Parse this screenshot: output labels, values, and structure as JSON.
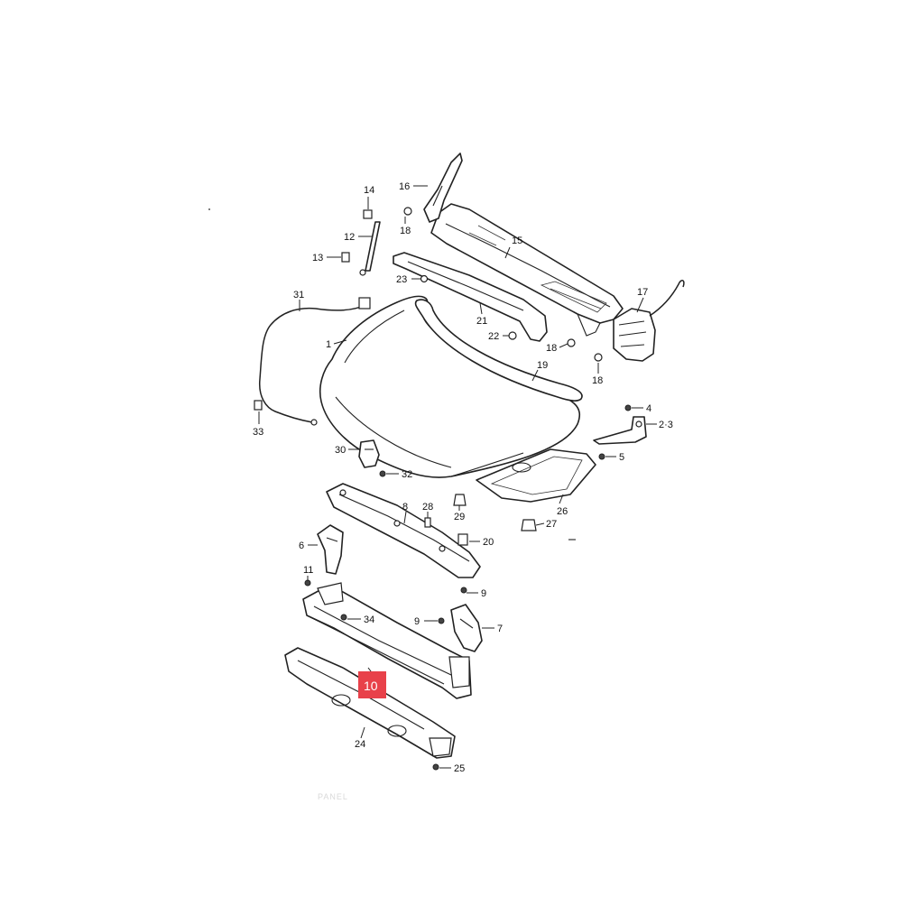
{
  "diagram": {
    "callouts": [
      {
        "id": "c1",
        "label": "1"
      },
      {
        "id": "c2",
        "label": "2·3"
      },
      {
        "id": "c4",
        "label": "4"
      },
      {
        "id": "c5",
        "label": "5"
      },
      {
        "id": "c6",
        "label": "6"
      },
      {
        "id": "c7",
        "label": "7"
      },
      {
        "id": "c8",
        "label": "8"
      },
      {
        "id": "c9a",
        "label": "9"
      },
      {
        "id": "c9b",
        "label": "9"
      },
      {
        "id": "c10",
        "label": "10"
      },
      {
        "id": "c11",
        "label": "11"
      },
      {
        "id": "c12",
        "label": "12"
      },
      {
        "id": "c13",
        "label": "13"
      },
      {
        "id": "c14",
        "label": "14"
      },
      {
        "id": "c15",
        "label": "15"
      },
      {
        "id": "c16",
        "label": "16"
      },
      {
        "id": "c17",
        "label": "17"
      },
      {
        "id": "c18a",
        "label": "18"
      },
      {
        "id": "c18b",
        "label": "18"
      },
      {
        "id": "c18c",
        "label": "18"
      },
      {
        "id": "c19",
        "label": "19"
      },
      {
        "id": "c20",
        "label": "20"
      },
      {
        "id": "c21",
        "label": "21"
      },
      {
        "id": "c22",
        "label": "22"
      },
      {
        "id": "c23",
        "label": "23"
      },
      {
        "id": "c24",
        "label": "24"
      },
      {
        "id": "c25",
        "label": "25"
      },
      {
        "id": "c26",
        "label": "26"
      },
      {
        "id": "c27",
        "label": "27"
      },
      {
        "id": "c28",
        "label": "28"
      },
      {
        "id": "c29",
        "label": "29"
      },
      {
        "id": "c30",
        "label": "30"
      },
      {
        "id": "c31",
        "label": "31"
      },
      {
        "id": "c32",
        "label": "32"
      },
      {
        "id": "c33",
        "label": "33"
      },
      {
        "id": "c34",
        "label": "34"
      }
    ],
    "highlight": {
      "label": "10",
      "color": "#e8414a"
    },
    "watermark": "PANEL"
  }
}
